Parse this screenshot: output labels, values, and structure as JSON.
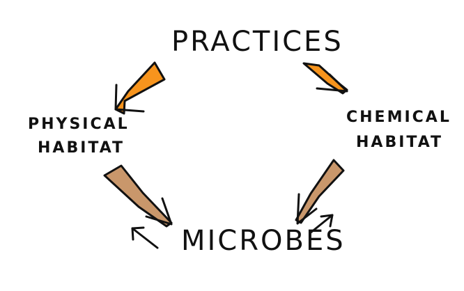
{
  "nodes": {
    "top": "Practices",
    "left_line1": "Physical",
    "left_line2": "Habitat",
    "right_line1": "Chemical",
    "right_line2": "Habitat",
    "bottom": "Microbes"
  },
  "colors": {
    "orange_arrow": "#f7941d",
    "tan_arrow": "#c9976b",
    "outline": "#111111"
  }
}
